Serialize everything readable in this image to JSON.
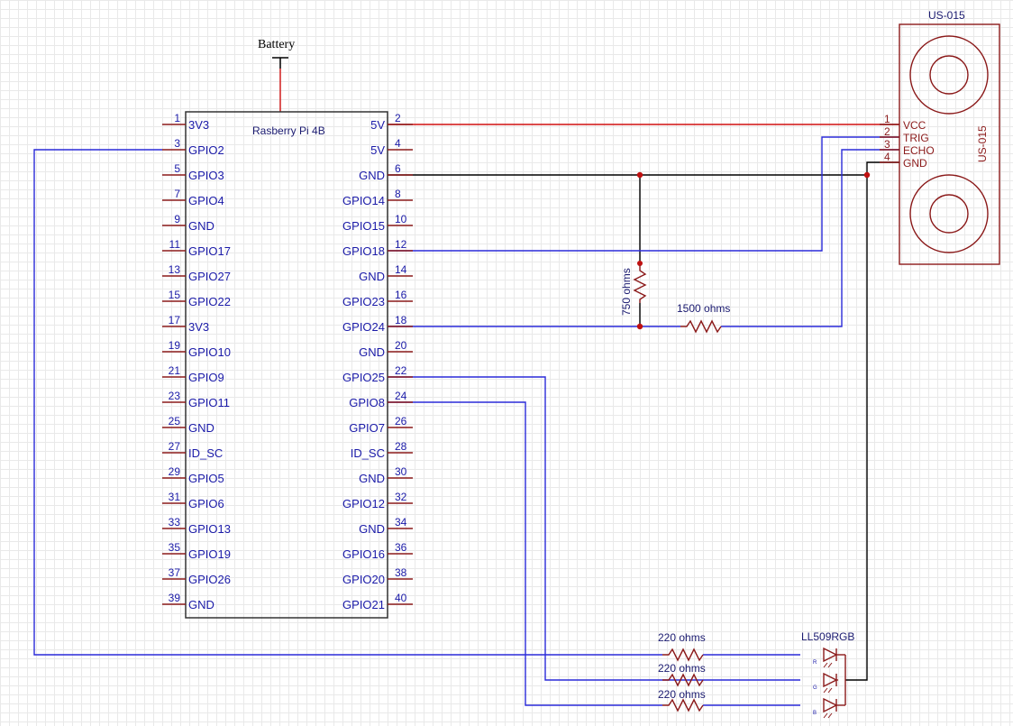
{
  "battery": {
    "label": "Battery"
  },
  "rpi": {
    "title": "Rasberry Pi 4B",
    "left_pins": [
      {
        "num": "1",
        "name": "3V3"
      },
      {
        "num": "3",
        "name": "GPIO2"
      },
      {
        "num": "5",
        "name": "GPIO3"
      },
      {
        "num": "7",
        "name": "GPIO4"
      },
      {
        "num": "9",
        "name": "GND"
      },
      {
        "num": "11",
        "name": "GPIO17"
      },
      {
        "num": "13",
        "name": "GPIO27"
      },
      {
        "num": "15",
        "name": "GPIO22"
      },
      {
        "num": "17",
        "name": "3V3"
      },
      {
        "num": "19",
        "name": "GPIO10"
      },
      {
        "num": "21",
        "name": "GPIO9"
      },
      {
        "num": "23",
        "name": "GPIO11"
      },
      {
        "num": "25",
        "name": "GND"
      },
      {
        "num": "27",
        "name": "ID_SC"
      },
      {
        "num": "29",
        "name": "GPIO5"
      },
      {
        "num": "31",
        "name": "GPIO6"
      },
      {
        "num": "33",
        "name": "GPIO13"
      },
      {
        "num": "35",
        "name": "GPIO19"
      },
      {
        "num": "37",
        "name": "GPIO26"
      },
      {
        "num": "39",
        "name": "GND"
      }
    ],
    "right_pins": [
      {
        "num": "2",
        "name": "5V"
      },
      {
        "num": "4",
        "name": "5V"
      },
      {
        "num": "6",
        "name": "GND"
      },
      {
        "num": "8",
        "name": "GPIO14"
      },
      {
        "num": "10",
        "name": "GPIO15"
      },
      {
        "num": "12",
        "name": "GPIO18"
      },
      {
        "num": "14",
        "name": "GND"
      },
      {
        "num": "16",
        "name": "GPIO23"
      },
      {
        "num": "18",
        "name": "GPIO24"
      },
      {
        "num": "20",
        "name": "GND"
      },
      {
        "num": "22",
        "name": "GPIO25"
      },
      {
        "num": "24",
        "name": "GPIO8"
      },
      {
        "num": "26",
        "name": "GPIO7"
      },
      {
        "num": "28",
        "name": "ID_SC"
      },
      {
        "num": "30",
        "name": "GND"
      },
      {
        "num": "32",
        "name": "GPIO12"
      },
      {
        "num": "34",
        "name": "GND"
      },
      {
        "num": "36",
        "name": "GPIO16"
      },
      {
        "num": "38",
        "name": "GPIO20"
      },
      {
        "num": "40",
        "name": "GPIO21"
      }
    ]
  },
  "sensor": {
    "title": "US-015",
    "side_label": "US-015",
    "pins": [
      {
        "num": "1",
        "name": "VCC"
      },
      {
        "num": "2",
        "name": "TRIG"
      },
      {
        "num": "3",
        "name": "ECHO"
      },
      {
        "num": "4",
        "name": "GND"
      }
    ]
  },
  "resistors": {
    "r750": "750 ohms",
    "r1500": "1500 ohms",
    "r_red": "220 ohms",
    "r_green": "220 ohms",
    "r_blue": "220 ohms"
  },
  "led": {
    "title": "LL509RGB",
    "channels": [
      "R",
      "G",
      "B"
    ]
  },
  "colors": {
    "power_wire": "#d01010",
    "ground_wire": "#000000",
    "signal_wire": "#2a2ad8",
    "component": "#8b1a1a",
    "pin_text": "#1a1aa8"
  }
}
